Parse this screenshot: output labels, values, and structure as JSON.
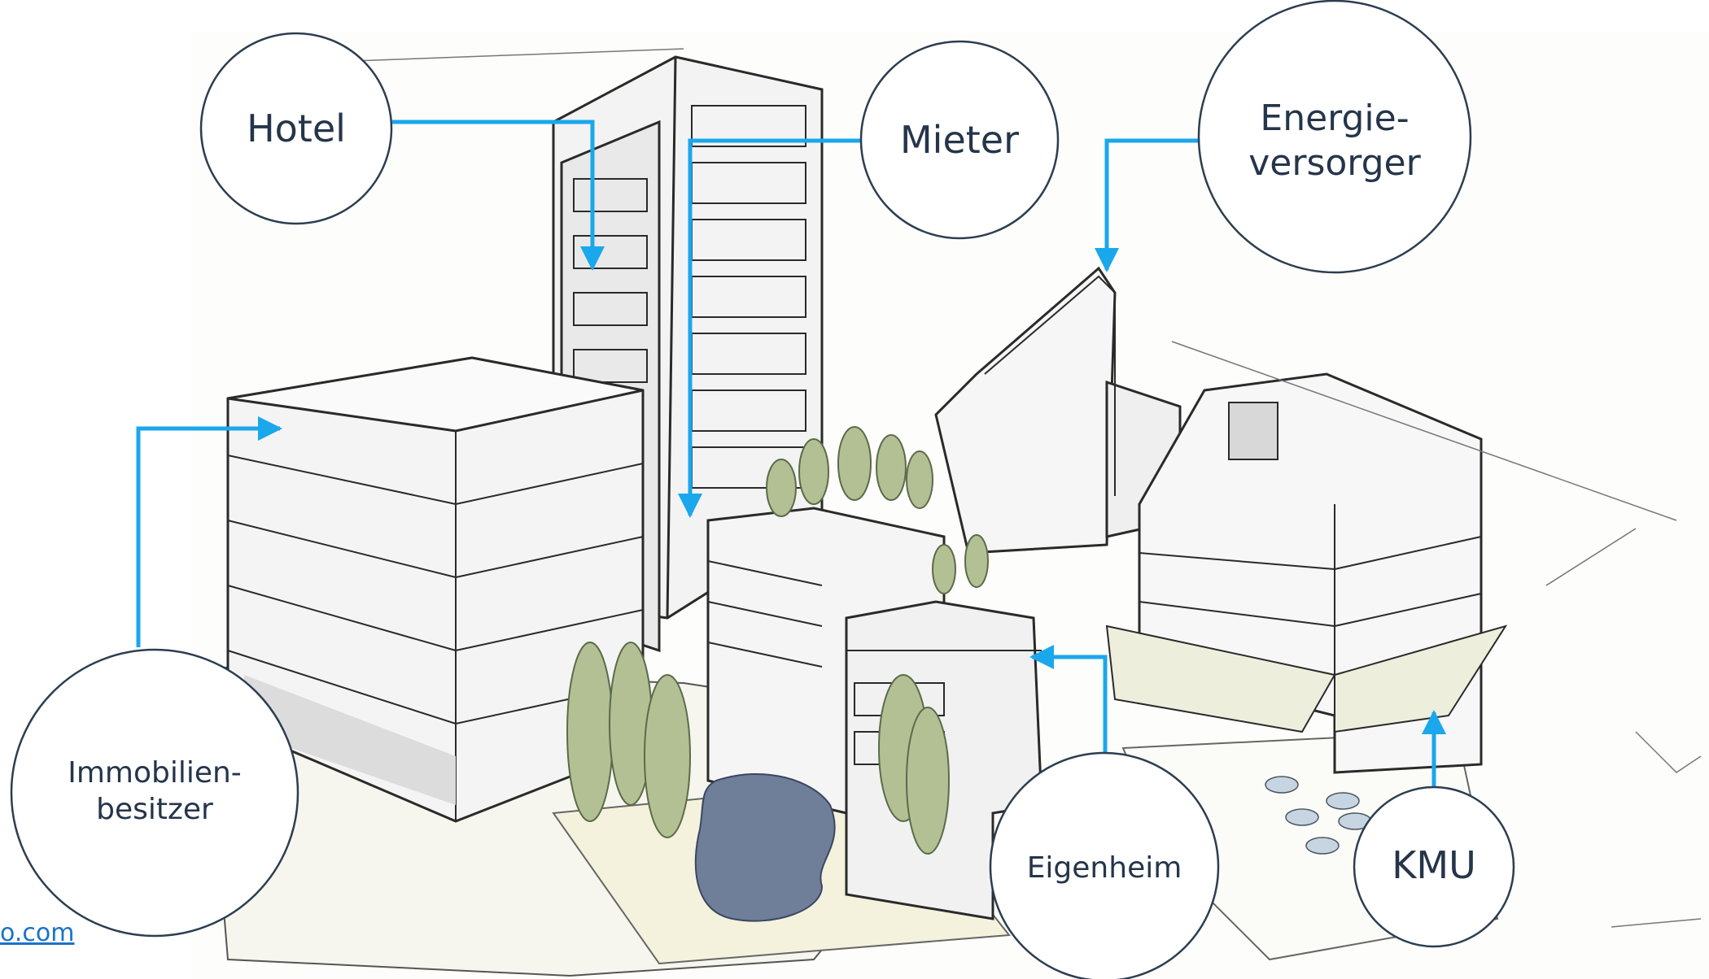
{
  "labels": {
    "hotel": "Hotel",
    "mieter": "Mieter",
    "energie_line1": "Energie-",
    "energie_line2": "versorger",
    "immobilien_line1": "Immobilien-",
    "immobilien_line2": "besitzer",
    "eigenheim": "Eigenheim",
    "kmu": "KMU"
  },
  "footer_link": "o.com",
  "colors": {
    "arrow": "#1aa7ec",
    "circle_stroke": "#2c3e50",
    "text": "#25354a",
    "sketch": "#3a3a3a",
    "tree": "#a8b88a",
    "pond": "#6f7f9a"
  }
}
